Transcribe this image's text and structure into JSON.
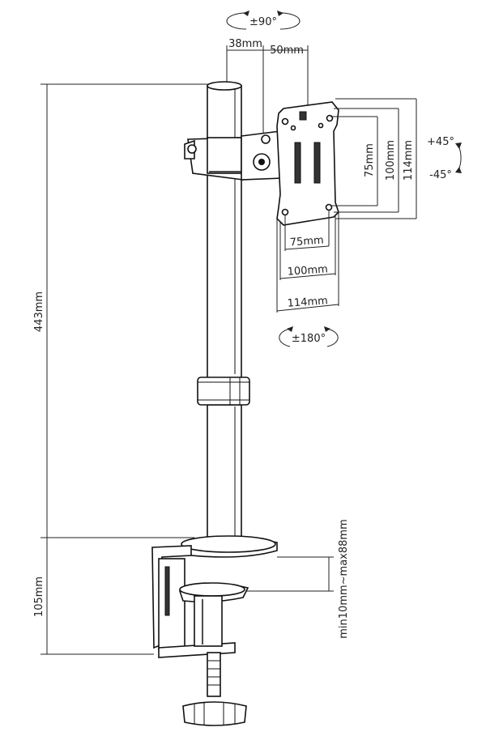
{
  "labels": {
    "rot_top": "±90°",
    "offset_left": "38mm",
    "offset_right": "50mm",
    "tilt_up": "+45°",
    "tilt_down": "-45°",
    "vesa_v_75": "75mm",
    "vesa_v_100": "100mm",
    "vesa_v_114": "114mm",
    "vesa_h_75": "75mm",
    "vesa_h_100": "100mm",
    "vesa_h_114": "114mm",
    "rot_bottom": "±180°",
    "pole_height": "443mm",
    "clamp_height": "105mm",
    "desk_thickness": "min10mm~max88mm"
  }
}
